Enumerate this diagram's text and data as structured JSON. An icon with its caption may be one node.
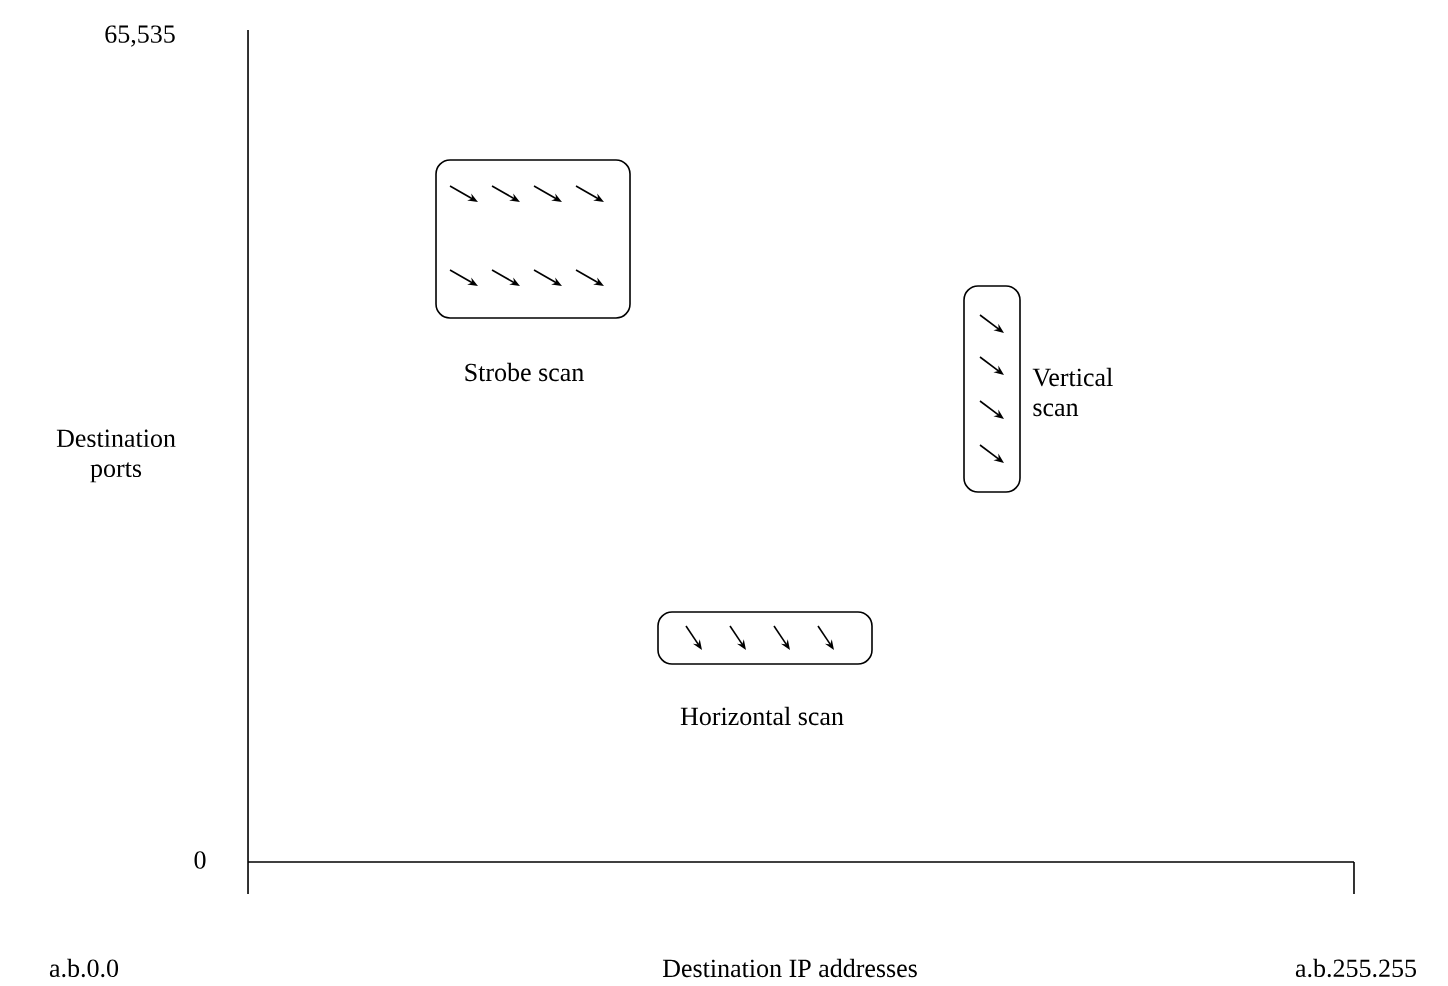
{
  "diagram": {
    "nodes": [
      {
        "text": [],
        "shape": "box",
        "beside": [
          "Strobe scan"
        ]
      },
      {
        "text": [],
        "shape": "box",
        "beside": [
          "Vertical scan"
        ]
      },
      {
        "text": [],
        "shape": "box",
        "beside": [
          "Horizontal scan"
        ]
      }
    ],
    "labels": [
      "65,535",
      "Destination ports",
      "0",
      "a.b.0.0",
      "Destination IP addresses",
      "a.b.255.255"
    ]
  }
}
